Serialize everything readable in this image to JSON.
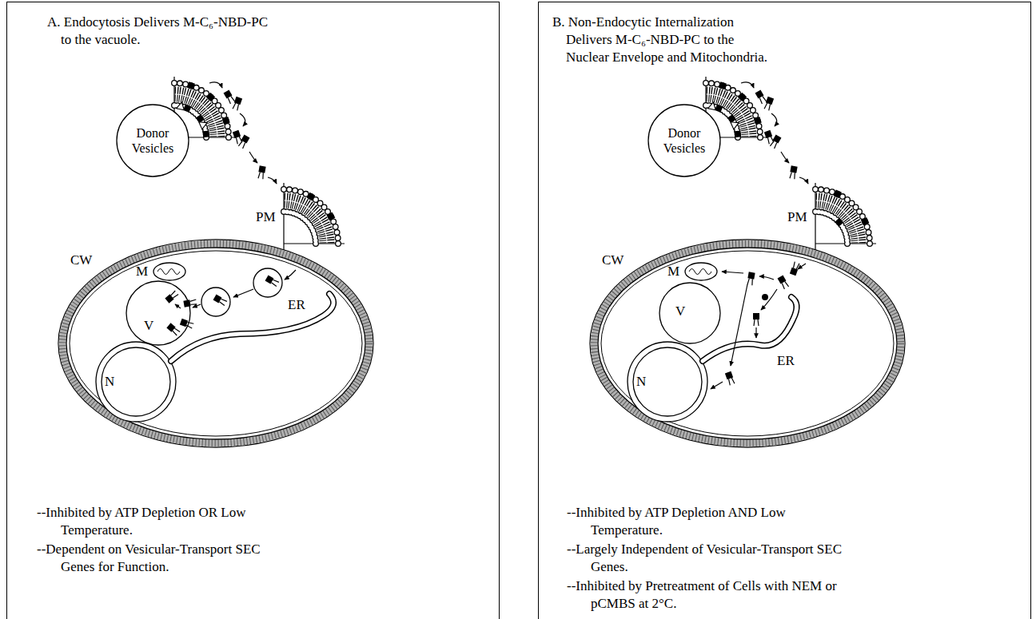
{
  "diagram": {
    "nodes": [
      {
        "text": [
          "A. Endocytosis Delivers M-C₆-NBD-PC to the vacuole.",
          "--Inhibited by ATP Depletion OR Low Temperature.",
          "--Dependent on Vesicular-Transport SEC Genes for Function."
        ]
      },
      {
        "text": [
          "Donor Vesicles"
        ],
        "in": 0
      },
      {
        "text": [
          "B. Non-Endocytic Internalization Delivers M-C₆-NBD-PC to the Nuclear Envelope and Mitochondria.",
          "--Inhibited by ATP Depletion AND Low Temperature.",
          "--Largely Independent of Vesicular-Transport SEC Genes.",
          "--Inhibited by Pretreatment of Cells with NEM or pCMBS at 2°C."
        ]
      },
      {
        "text": [
          "Donor Vesicles"
        ],
        "in": 2
      }
    ],
    "labels": [
      "PM",
      "CW",
      "M",
      "V",
      "N",
      "ER",
      "PM",
      "CW",
      "M",
      "V",
      "N",
      "ER"
    ]
  }
}
